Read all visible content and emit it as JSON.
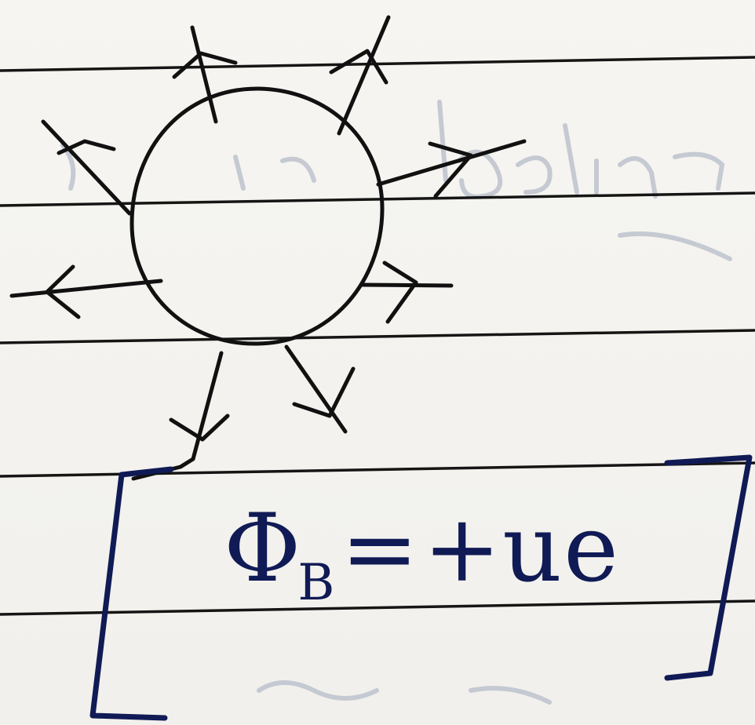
{
  "formula": {
    "symbol": "Φ",
    "subscript": "B",
    "equals": "=",
    "value": "+ue"
  },
  "colors": {
    "paper": "#f3f2ee",
    "rule_line": "#151515",
    "pencil": "#111111",
    "ink_blue": "#101a55",
    "bleed_through": "#b6bcc9"
  },
  "icons": {
    "sphere": "closed-surface-circle",
    "arrow": "outward-field-arrow",
    "bracket": "square-bracket"
  }
}
